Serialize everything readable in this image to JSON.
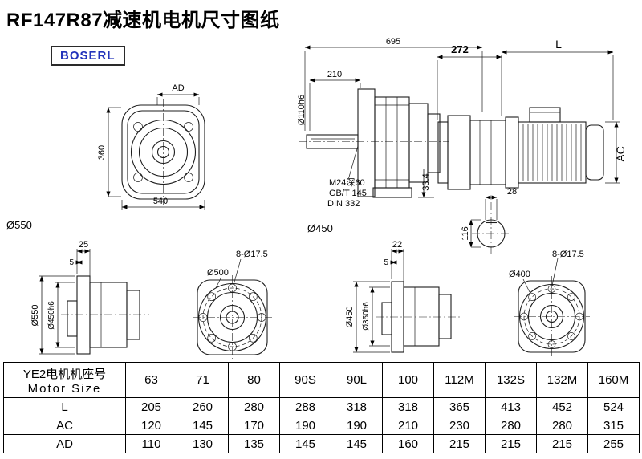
{
  "page": {
    "title": "RF147R87减速机电机尺寸图纸",
    "logo": "BOSERL"
  },
  "dims": {
    "front": {
      "ad": "AD",
      "h360": "360",
      "w540": "540",
      "d550": "Ø550"
    },
    "side": {
      "len695": "695",
      "len210": "210",
      "shaft": "Ø110h6",
      "thread": "M24深60",
      "std1": "GB/T 145",
      "std2": "DIN 332",
      "foot": "33.4",
      "d450": "Ø450"
    },
    "motor": {
      "len272": "272",
      "lenL": "L",
      "ac": "AC",
      "key28": "28",
      "d116": "116"
    },
    "b1": {
      "t25": "25",
      "t5": "5",
      "d550": "Ø550",
      "d450h6": "Ø450h6"
    },
    "b2": {
      "holes": "8-Ø17.5",
      "d500": "Ø500"
    },
    "b3": {
      "t22": "22",
      "t5": "5",
      "d450": "Ø450",
      "d350h6": "Ø350h6"
    },
    "b4": {
      "holes": "8-Ø17.5",
      "d400": "Ø400"
    }
  },
  "table": {
    "header": {
      "line1": "YE2电机机座号",
      "line2": "Motor Size"
    },
    "sizes": [
      "63",
      "71",
      "80",
      "90S",
      "90L",
      "100",
      "112M",
      "132S",
      "132M",
      "160M"
    ],
    "rows": [
      {
        "label": "L",
        "values": [
          "205",
          "260",
          "280",
          "288",
          "318",
          "318",
          "365",
          "413",
          "452",
          "524"
        ]
      },
      {
        "label": "AC",
        "values": [
          "120",
          "145",
          "170",
          "190",
          "190",
          "210",
          "230",
          "280",
          "280",
          "315"
        ]
      },
      {
        "label": "AD",
        "values": [
          "110",
          "130",
          "135",
          "145",
          "145",
          "160",
          "215",
          "215",
          "215",
          "255"
        ]
      }
    ]
  }
}
